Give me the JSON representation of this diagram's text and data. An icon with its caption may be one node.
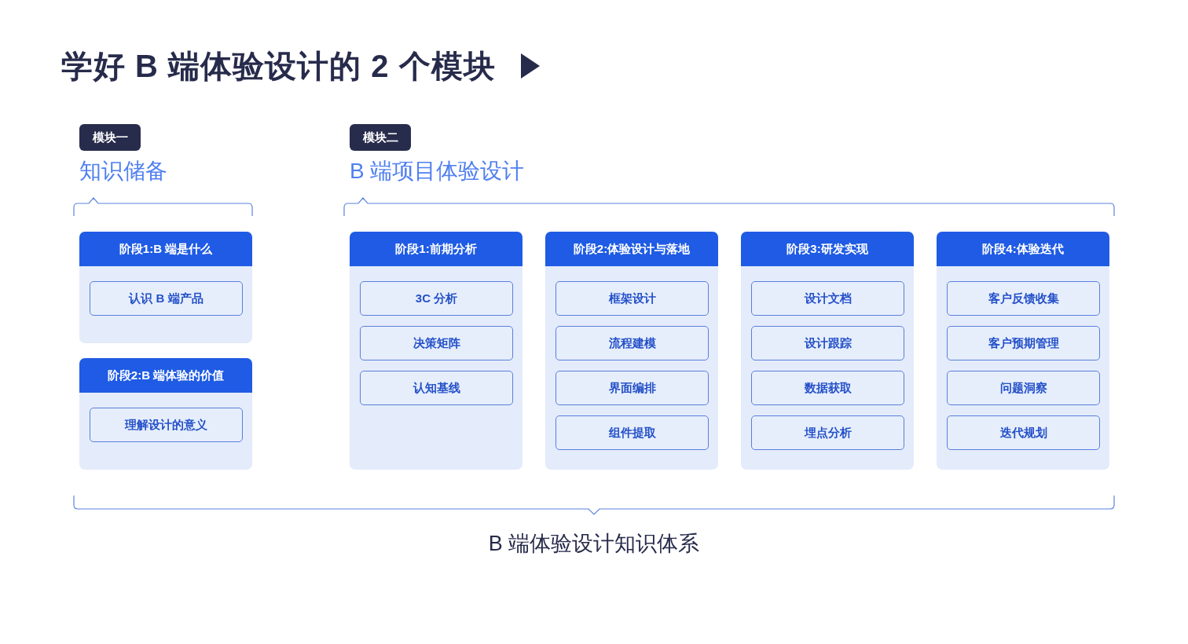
{
  "diagram": {
    "title": "学好 B 端体验设计的 2 个模块",
    "caption": "B 端体验设计知识体系",
    "nodes": [
      {
        "text": [
          "模块一"
        ],
        "beside": [
          "知识储备"
        ]
      },
      {
        "text": [
          "模块二"
        ],
        "beside": [
          "B 端项目体验设计"
        ]
      },
      {
        "text": [
          "阶段1:B 端是什么"
        ]
      },
      {
        "text": [
          "认识 B 端产品"
        ],
        "in": 2
      },
      {
        "text": [
          "阶段2:B 端体验的价值"
        ]
      },
      {
        "text": [
          "理解设计的意义"
        ],
        "in": 4
      },
      {
        "text": [
          "阶段1:前期分析"
        ]
      },
      {
        "text": [
          "3C 分析"
        ],
        "in": 6
      },
      {
        "text": [
          "决策矩阵"
        ],
        "in": 6
      },
      {
        "text": [
          "认知基线"
        ],
        "in": 6
      },
      {
        "text": [
          "阶段2:体验设计与落地"
        ]
      },
      {
        "text": [
          "框架设计"
        ],
        "in": 10
      },
      {
        "text": [
          "流程建模"
        ],
        "in": 10
      },
      {
        "text": [
          "界面编排"
        ],
        "in": 10
      },
      {
        "text": [
          "组件提取"
        ],
        "in": 10
      },
      {
        "text": [
          "阶段3:研发实现"
        ]
      },
      {
        "text": [
          "设计文档"
        ],
        "in": 15
      },
      {
        "text": [
          "设计跟踪"
        ],
        "in": 15
      },
      {
        "text": [
          "数据获取"
        ],
        "in": 15
      },
      {
        "text": [
          "埋点分析"
        ],
        "in": 15
      },
      {
        "text": [
          "阶段4:体验迭代"
        ]
      },
      {
        "text": [
          "客户反馈收集"
        ],
        "in": 20
      },
      {
        "text": [
          "客户预期管理"
        ],
        "in": 20
      },
      {
        "text": [
          "问题洞察"
        ],
        "in": 20
      },
      {
        "text": [
          "迭代规划"
        ],
        "in": 20
      }
    ]
  }
}
